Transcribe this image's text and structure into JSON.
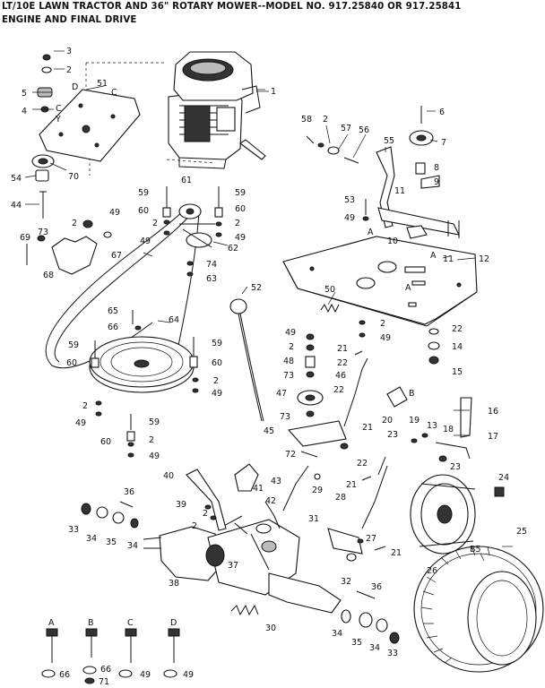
{
  "header": {
    "title_line1": "LT/10E LAWN TRACTOR AND 36\" ROTARY MOWER--MODEL NO. 917.25840 OR 917.25841",
    "title_line2": "ENGINE AND FINAL DRIVE"
  },
  "callouts": [
    {
      "id": "c1",
      "text": "1"
    },
    {
      "id": "c2a",
      "text": "2"
    },
    {
      "id": "c3",
      "text": "3"
    },
    {
      "id": "c4",
      "text": "4"
    },
    {
      "id": "c5",
      "text": "5"
    },
    {
      "id": "c51",
      "text": "51"
    },
    {
      "id": "cD1",
      "text": "D"
    },
    {
      "id": "cC1",
      "text": "C"
    },
    {
      "id": "cC2",
      "text": "C"
    },
    {
      "id": "cY",
      "text": "Y"
    },
    {
      "id": "c70",
      "text": "70"
    },
    {
      "id": "c54",
      "text": "54"
    },
    {
      "id": "c44",
      "text": "44"
    },
    {
      "id": "c2b",
      "text": "2"
    },
    {
      "id": "c49a",
      "text": "49"
    },
    {
      "id": "c69",
      "text": "69"
    },
    {
      "id": "c73a",
      "text": "73"
    },
    {
      "id": "c68",
      "text": "68"
    },
    {
      "id": "c67",
      "text": "67"
    },
    {
      "id": "c59a",
      "text": "59"
    },
    {
      "id": "c61",
      "text": "61"
    },
    {
      "id": "c59b",
      "text": "59"
    },
    {
      "id": "c60a",
      "text": "60"
    },
    {
      "id": "c2c",
      "text": "2"
    },
    {
      "id": "c49b",
      "text": "49"
    },
    {
      "id": "c60b",
      "text": "60"
    },
    {
      "id": "c2d",
      "text": "2"
    },
    {
      "id": "c49c",
      "text": "49"
    },
    {
      "id": "c62",
      "text": "62"
    },
    {
      "id": "c74",
      "text": "74"
    },
    {
      "id": "c63",
      "text": "63"
    },
    {
      "id": "c52",
      "text": "52"
    },
    {
      "id": "c65",
      "text": "65"
    },
    {
      "id": "c66a",
      "text": "66"
    },
    {
      "id": "c64",
      "text": "64"
    },
    {
      "id": "c59c",
      "text": "59"
    },
    {
      "id": "c60c",
      "text": "60"
    },
    {
      "id": "c59d",
      "text": "59"
    },
    {
      "id": "c60d",
      "text": "60"
    },
    {
      "id": "c2e",
      "text": "2"
    },
    {
      "id": "c49d",
      "text": "49"
    },
    {
      "id": "c2f",
      "text": "2"
    },
    {
      "id": "c49e",
      "text": "49"
    },
    {
      "id": "c59e",
      "text": "59"
    },
    {
      "id": "c60e",
      "text": "60"
    },
    {
      "id": "c2g",
      "text": "2"
    },
    {
      "id": "c49f",
      "text": "49"
    },
    {
      "id": "c58",
      "text": "58"
    },
    {
      "id": "c2h",
      "text": "2"
    },
    {
      "id": "c57",
      "text": "57"
    },
    {
      "id": "c56",
      "text": "56"
    },
    {
      "id": "c55",
      "text": "55"
    },
    {
      "id": "c6",
      "text": "6"
    },
    {
      "id": "c7",
      "text": "7"
    },
    {
      "id": "c8",
      "text": "8"
    },
    {
      "id": "c9",
      "text": "9"
    },
    {
      "id": "c11a",
      "text": "11"
    },
    {
      "id": "c53",
      "text": "53"
    },
    {
      "id": "c49g",
      "text": "49"
    },
    {
      "id": "cA1",
      "text": "A"
    },
    {
      "id": "c10",
      "text": "10"
    },
    {
      "id": "cA2",
      "text": "A"
    },
    {
      "id": "c11b",
      "text": "11"
    },
    {
      "id": "c12",
      "text": "12"
    },
    {
      "id": "c50",
      "text": "50"
    },
    {
      "id": "cA3",
      "text": "A"
    },
    {
      "id": "c2i",
      "text": "2"
    },
    {
      "id": "c49h",
      "text": "49"
    },
    {
      "id": "c22a",
      "text": "22"
    },
    {
      "id": "c14",
      "text": "14"
    },
    {
      "id": "c15",
      "text": "15"
    },
    {
      "id": "c49i",
      "text": "49"
    },
    {
      "id": "c2j",
      "text": "2"
    },
    {
      "id": "c48",
      "text": "48"
    },
    {
      "id": "c73b",
      "text": "73"
    },
    {
      "id": "c47",
      "text": "47"
    },
    {
      "id": "c21a",
      "text": "21"
    },
    {
      "id": "c22b",
      "text": "22"
    },
    {
      "id": "c46",
      "text": "46"
    },
    {
      "id": "c22c",
      "text": "22"
    },
    {
      "id": "cB1",
      "text": "B"
    },
    {
      "id": "c16",
      "text": "16"
    },
    {
      "id": "c73c",
      "text": "73"
    },
    {
      "id": "c45",
      "text": "45"
    },
    {
      "id": "c21b",
      "text": "21"
    },
    {
      "id": "c20",
      "text": "20"
    },
    {
      "id": "c19",
      "text": "19"
    },
    {
      "id": "c13",
      "text": "13"
    },
    {
      "id": "c18",
      "text": "18"
    },
    {
      "id": "c17",
      "text": "17"
    },
    {
      "id": "c23a",
      "text": "23"
    },
    {
      "id": "c22d",
      "text": "22"
    },
    {
      "id": "c23b",
      "text": "23"
    },
    {
      "id": "c72",
      "text": "72"
    },
    {
      "id": "c40",
      "text": "40"
    },
    {
      "id": "c43",
      "text": "43"
    },
    {
      "id": "c29",
      "text": "29"
    },
    {
      "id": "c21c",
      "text": "21"
    },
    {
      "id": "c24",
      "text": "24"
    },
    {
      "id": "c36a",
      "text": "36"
    },
    {
      "id": "c39",
      "text": "39"
    },
    {
      "id": "c41",
      "text": "41"
    },
    {
      "id": "c42",
      "text": "42"
    },
    {
      "id": "c28",
      "text": "28"
    },
    {
      "id": "c2k",
      "text": "2"
    },
    {
      "id": "c2l",
      "text": "2"
    },
    {
      "id": "c33a",
      "text": "33"
    },
    {
      "id": "c34a",
      "text": "34"
    },
    {
      "id": "c35a",
      "text": "35"
    },
    {
      "id": "c34b",
      "text": "34"
    },
    {
      "id": "c31",
      "text": "31"
    },
    {
      "id": "c27",
      "text": "27"
    },
    {
      "id": "c25",
      "text": "25"
    },
    {
      "id": "c21d",
      "text": "21"
    },
    {
      "id": "c26",
      "text": "26"
    },
    {
      "id": "cB5",
      "text": "B5"
    },
    {
      "id": "c37",
      "text": "37"
    },
    {
      "id": "c32",
      "text": "32"
    },
    {
      "id": "c38",
      "text": "38"
    },
    {
      "id": "c36b",
      "text": "36"
    },
    {
      "id": "c30",
      "text": "30"
    },
    {
      "id": "c34c",
      "text": "34"
    },
    {
      "id": "c35b",
      "text": "35"
    },
    {
      "id": "c34d",
      "text": "34"
    },
    {
      "id": "c33b",
      "text": "33"
    },
    {
      "id": "cA4",
      "text": "A"
    },
    {
      "id": "cB4",
      "text": "B"
    },
    {
      "id": "cC4",
      "text": "C"
    },
    {
      "id": "cD4",
      "text": "D"
    },
    {
      "id": "c66b",
      "text": "66"
    },
    {
      "id": "c66c",
      "text": "66"
    },
    {
      "id": "c49j",
      "text": "49"
    },
    {
      "id": "c49k",
      "text": "49"
    },
    {
      "id": "c71",
      "text": "71"
    }
  ]
}
